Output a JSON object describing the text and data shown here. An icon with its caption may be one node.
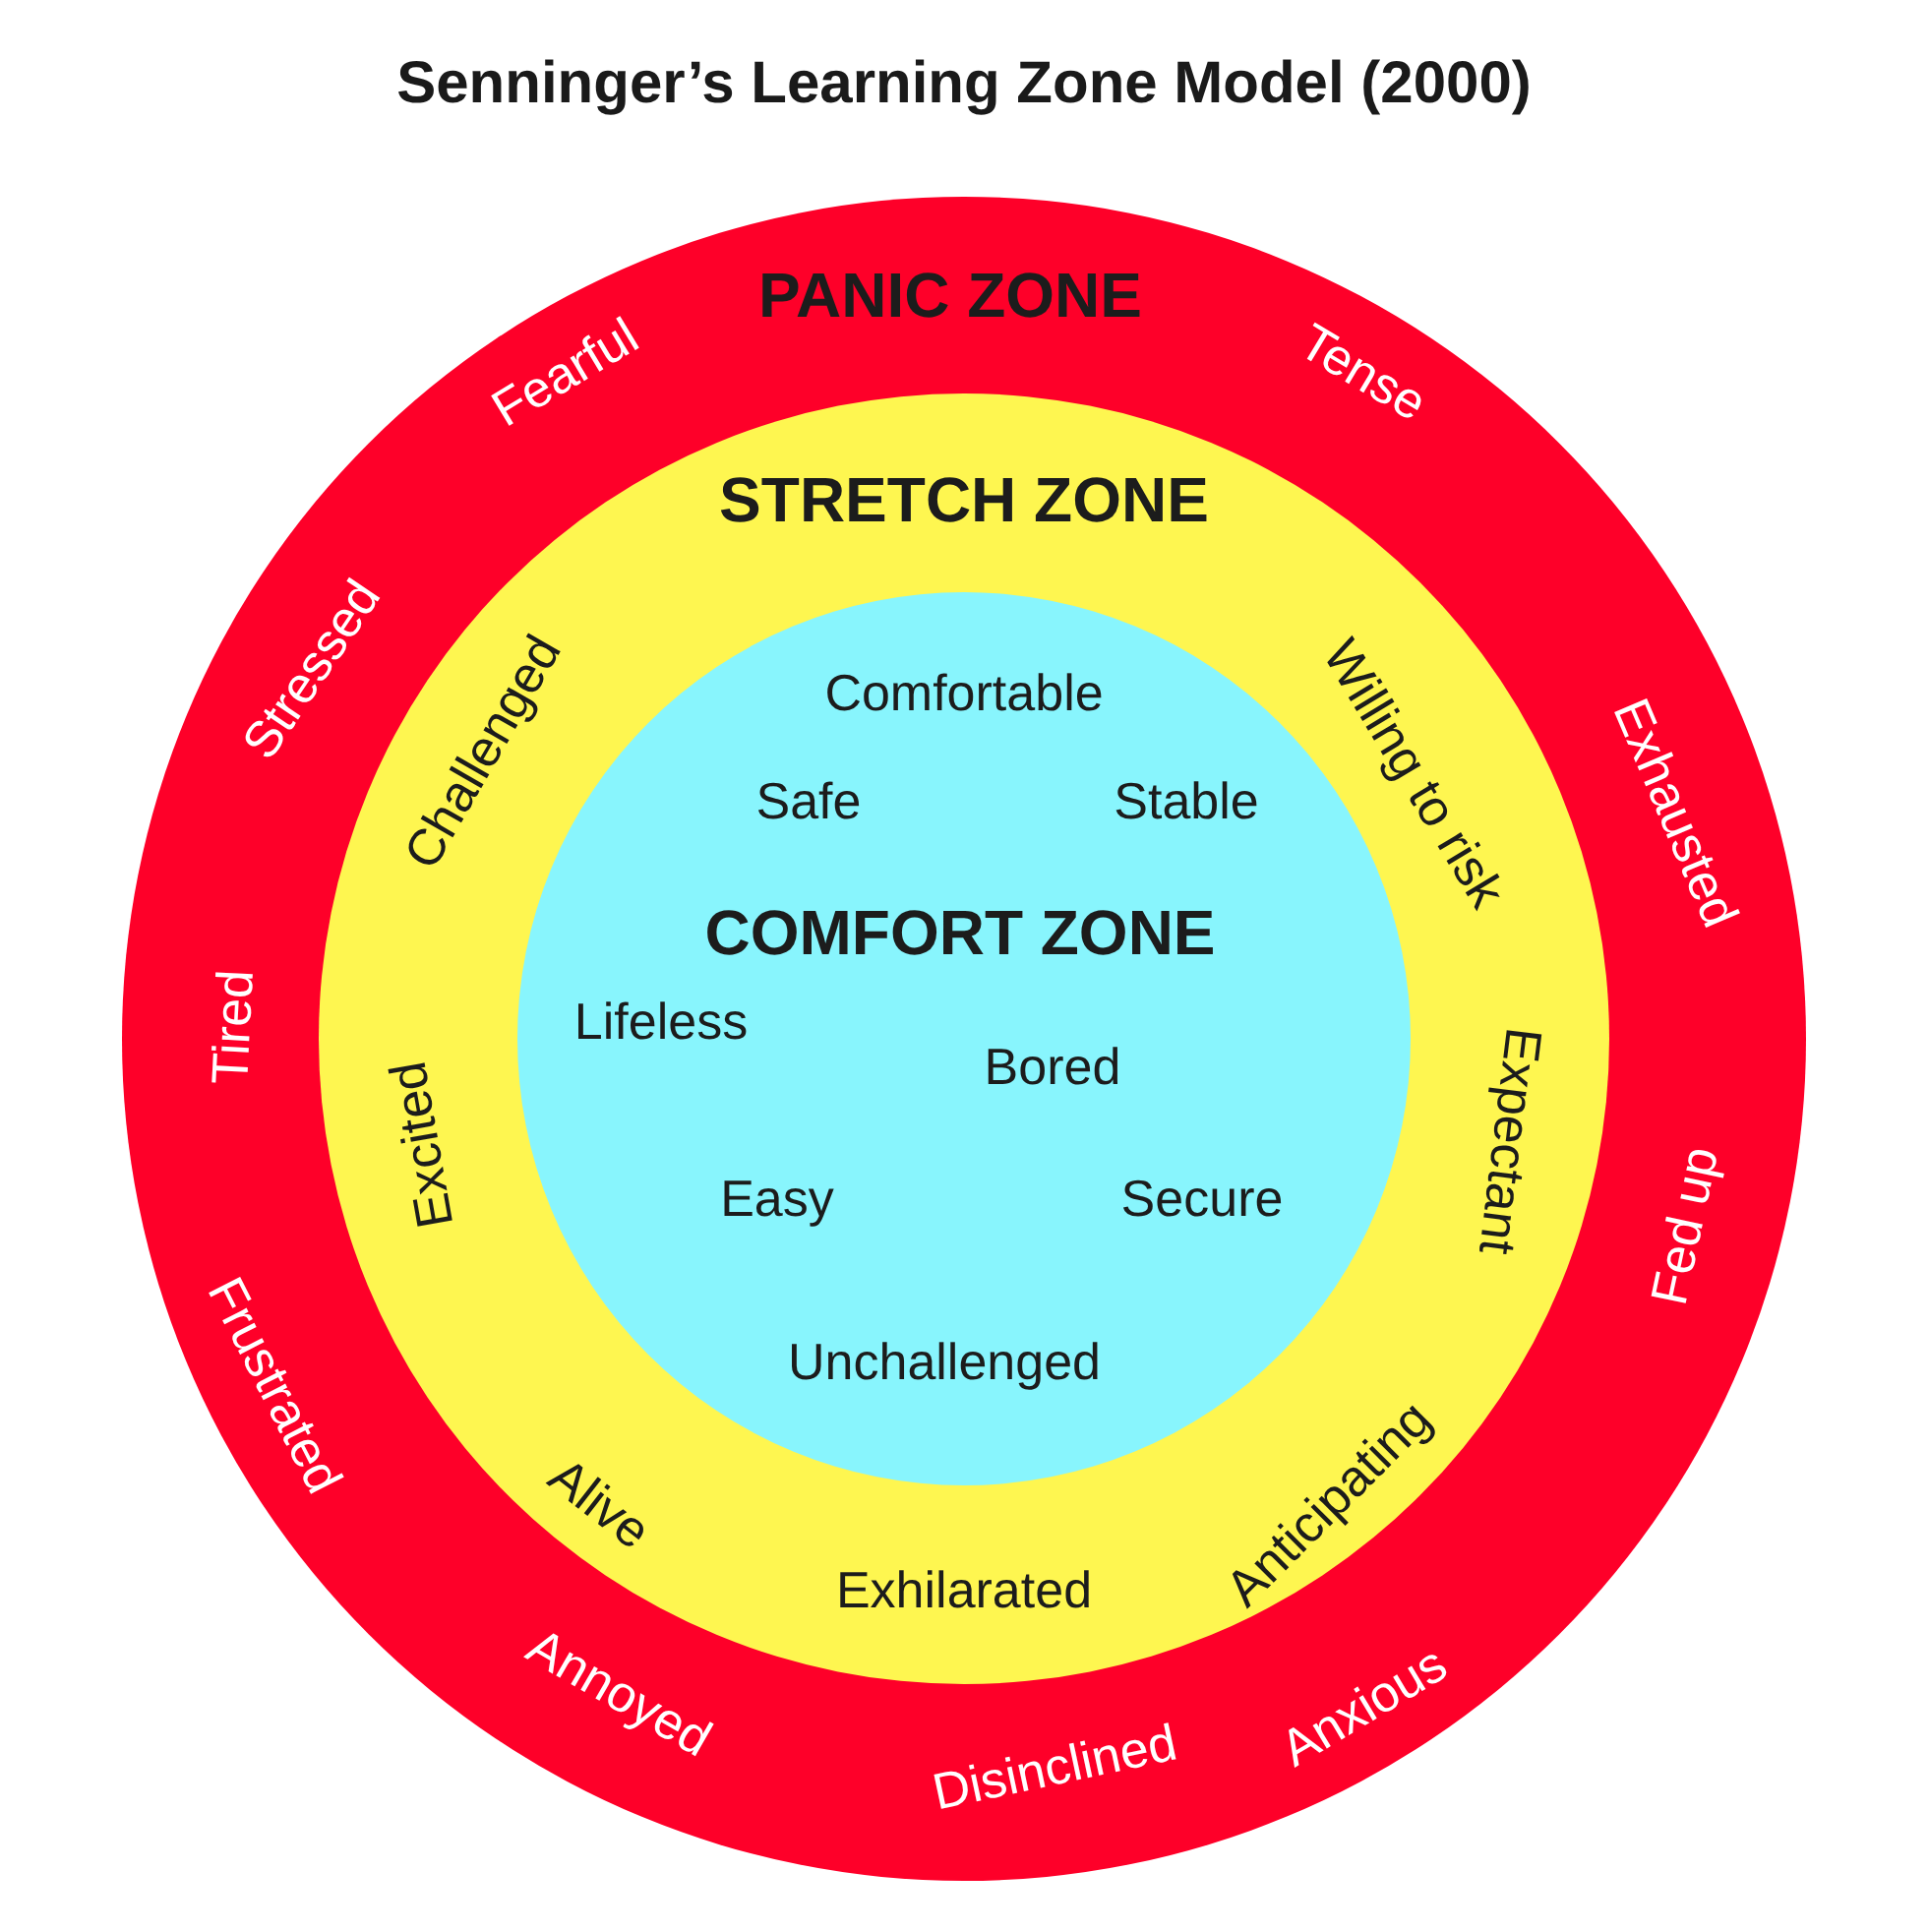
{
  "diagram": {
    "title": "Senninger’s Learning Zone Model (2000)",
    "nodes": [
      {
        "text": [
          "PANIC ZONE",
          "Tense",
          "Exhausted",
          "Fed up",
          "Anxious",
          "Disinclined",
          "Annoyed",
          "Frustrated",
          "Tired",
          "Stressed",
          "Fearful"
        ]
      },
      {
        "text": [
          "STRETCH ZONE",
          "Willing to risk",
          "Expectant",
          "Anticipating",
          "Exhilarated",
          "Alive",
          "Excited",
          "Challenged"
        ],
        "in": 0
      },
      {
        "text": [
          "Comfortable",
          "Safe",
          "Stable",
          "COMFORT ZONE",
          "Lifeless",
          "Bored",
          "Easy",
          "Secure",
          "Unchallenged"
        ],
        "in": 1
      }
    ]
  }
}
